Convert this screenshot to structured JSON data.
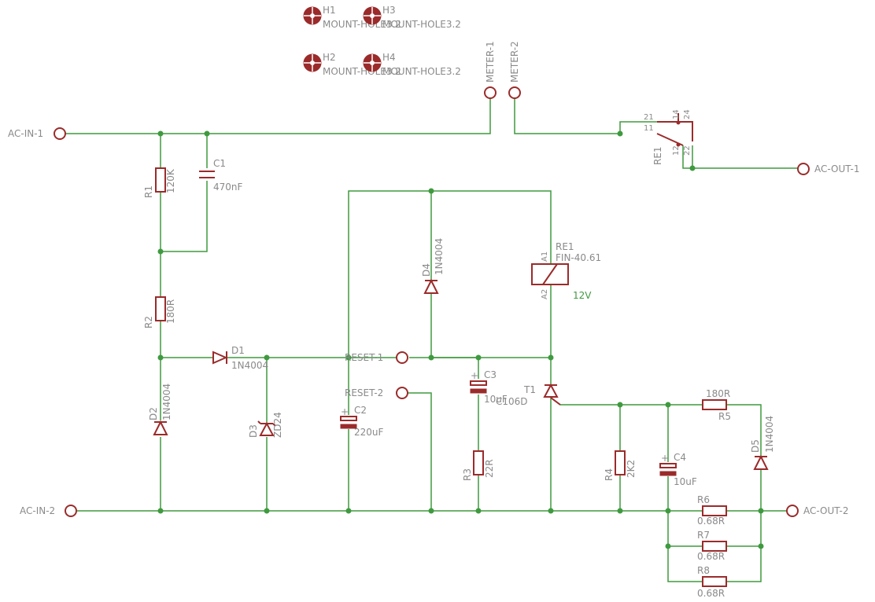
{
  "mount_holes": [
    {
      "name": "H1",
      "value": "MOUNT-HOLE3.2"
    },
    {
      "name": "H2",
      "value": "MOUNT-HOLE3.2"
    },
    {
      "name": "H3",
      "value": "MOUNT-HOLE3.2"
    },
    {
      "name": "H4",
      "value": "MOUNT-HOLE3.2"
    }
  ],
  "connectors": {
    "ac_in_1": "AC-IN-1",
    "ac_in_2": "AC-IN-2",
    "ac_out_1": "AC-OUT-1",
    "ac_out_2": "AC-OUT-2",
    "meter_1": "METER-1",
    "meter_2": "METER-2",
    "reset_1": "RESET-1",
    "reset_2": "RESET-2"
  },
  "components": {
    "r1": {
      "name": "R1",
      "value": "120K"
    },
    "r2": {
      "name": "R2",
      "value": "180R"
    },
    "r3": {
      "name": "R3",
      "value": "22R"
    },
    "r4": {
      "name": "R4",
      "value": "2K2"
    },
    "r5": {
      "name": "R5",
      "value": "180R"
    },
    "r6": {
      "name": "R6",
      "value": "0.68R"
    },
    "r7": {
      "name": "R7",
      "value": "0.68R"
    },
    "r8": {
      "name": "R8",
      "value": "0.68R"
    },
    "c1": {
      "name": "C1",
      "value": "470nF"
    },
    "c2": {
      "name": "C2",
      "value": "220uF"
    },
    "c3": {
      "name": "C3",
      "value": "10uF"
    },
    "c4": {
      "name": "C4",
      "value": "10uF"
    },
    "d1": {
      "name": "D1",
      "value": "1N4004"
    },
    "d2": {
      "name": "D2",
      "value": "1N4004"
    },
    "d3": {
      "name": "D3",
      "value": "ZD24"
    },
    "d4": {
      "name": "D4",
      "value": "1N4004"
    },
    "d5": {
      "name": "D5",
      "value": "1N4004"
    },
    "t1": {
      "name": "T1",
      "value": "C106D"
    },
    "re1_coil": {
      "name": "RE1",
      "value": "FIN-40.61",
      "pin_a1": "A1",
      "pin_a2": "A2",
      "voltage": "12V"
    },
    "re1_contact": {
      "name": "RE1",
      "pin_21": "21",
      "pin_11": "11",
      "pin_14": "14",
      "pin_24": "24",
      "pin_12": "12",
      "pin_22": "22"
    }
  },
  "colors": {
    "wire": "#3f9a3f",
    "part": "#9b2b2b",
    "label": "#8a8a8a",
    "background": "#ffffff"
  }
}
